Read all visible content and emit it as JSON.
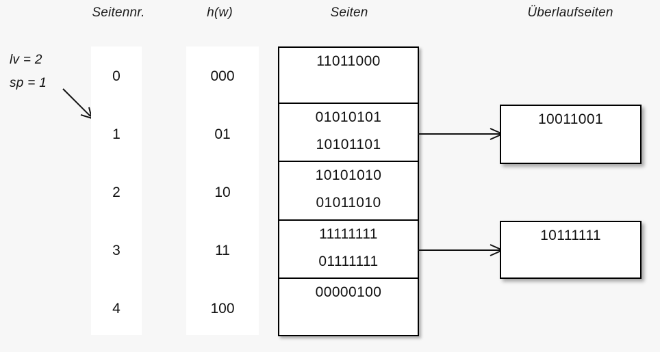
{
  "diagram": {
    "title_row": {
      "seitennr": "Seitennr.",
      "hw": "h(w)",
      "seiten": "Seiten",
      "ueberlaufseiten": "Überlaufseiten"
    },
    "params": {
      "lv": "lv = 2",
      "sp": "sp = 1"
    },
    "colors": {
      "background": "#f7f7f7",
      "box_fill": "#ffffff",
      "stroke": "#000000",
      "text": "#111111"
    },
    "rows": [
      {
        "seitennr": "0",
        "hw": "000",
        "records": [
          "11011000"
        ],
        "overflow": null
      },
      {
        "seitennr": "1",
        "hw": "01",
        "records": [
          "01010101",
          "10101101"
        ],
        "overflow": "10011001"
      },
      {
        "seitennr": "2",
        "hw": "10",
        "records": [
          "10101010",
          "01011010"
        ],
        "overflow": null
      },
      {
        "seitennr": "3",
        "hw": "11",
        "records": [
          "11111111",
          "01111111"
        ],
        "overflow": "10111111"
      },
      {
        "seitennr": "4",
        "hw": "100",
        "records": [
          "00000100"
        ],
        "overflow": null
      }
    ],
    "overflow_pages": [
      {
        "value": "10011001",
        "from_row": 1
      },
      {
        "value": "10111111",
        "from_row": 3
      }
    ]
  }
}
